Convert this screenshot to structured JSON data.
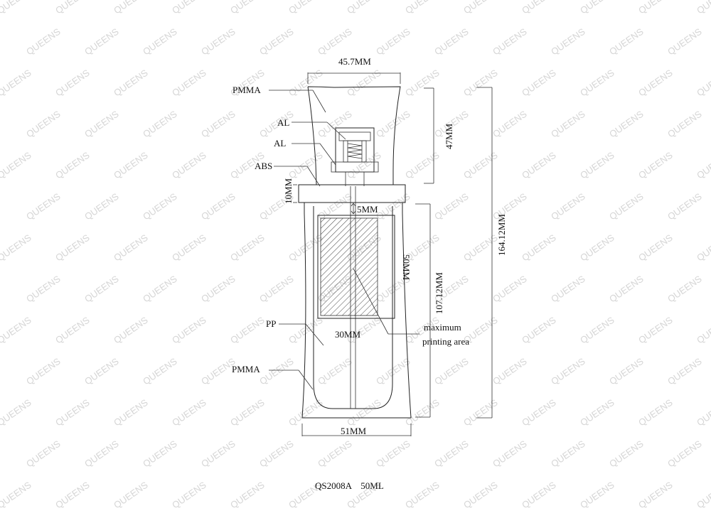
{
  "watermark": "QUEENS",
  "parts": {
    "pmma_top": "PMMA",
    "al_1": "AL",
    "al_2": "AL",
    "abs": "ABS",
    "pp": "PP",
    "pmma_bottom": "PMMA"
  },
  "dimensions": {
    "top_width": "45.7MM",
    "cap_height": "47MM",
    "total_height": "164.12MM",
    "collar_height": "10MM",
    "gap": "5MM",
    "print_height": "50MM",
    "body_height": "107.12MM",
    "print_width": "30MM",
    "bottom_width": "51MM"
  },
  "annotation": {
    "line1": "maximum",
    "line2": "printing area"
  },
  "caption": "QS2008A    50ML"
}
